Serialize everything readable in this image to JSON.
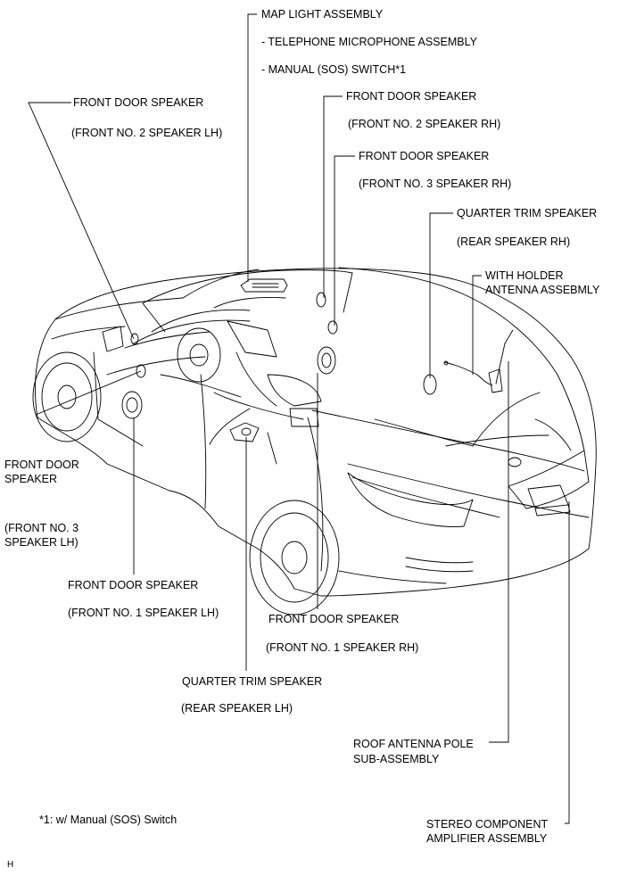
{
  "labels": {
    "map_light_title": "MAP LIGHT ASSEMBLY",
    "map_light_sub1": "- TELEPHONE MICROPHONE ASSEMBLY",
    "map_light_sub2": "- MANUAL (SOS) SWITCH*1",
    "fds_no2_lh_title": "FRONT DOOR SPEAKER",
    "fds_no2_lh_sub": "(FRONT NO. 2 SPEAKER LH)",
    "fds_no2_rh_title": "FRONT DOOR SPEAKER",
    "fds_no2_rh_sub": "(FRONT NO. 2 SPEAKER RH)",
    "fds_no3_rh_title": "FRONT DOOR SPEAKER",
    "fds_no3_rh_sub": "(FRONT NO. 3 SPEAKER RH)",
    "qts_rh_title": "QUARTER TRIM SPEAKER",
    "qts_rh_sub": "(REAR SPEAKER RH)",
    "antenna_holder_1": "WITH HOLDER",
    "antenna_holder_2": "ANTENNA ASSEBMLY",
    "fds_no3_lh_title_1": "FRONT DOOR",
    "fds_no3_lh_title_2": "SPEAKER",
    "fds_no3_lh_sub_1": "(FRONT NO. 3",
    "fds_no3_lh_sub_2": "SPEAKER LH)",
    "fds_no1_lh_title": "FRONT DOOR SPEAKER",
    "fds_no1_lh_sub": "(FRONT NO. 1 SPEAKER LH)",
    "fds_no1_rh_title": "FRONT DOOR SPEAKER",
    "fds_no1_rh_sub": "(FRONT NO. 1 SPEAKER RH)",
    "qts_lh_title": "QUARTER TRIM SPEAKER",
    "qts_lh_sub": "(REAR SPEAKER LH)",
    "roof_antenna_1": "ROOF ANTENNA POLE",
    "roof_antenna_2": "SUB-ASSEMBLY",
    "stereo_amp_1": "STEREO COMPONENT",
    "stereo_amp_2": "AMPLIFIER ASSEMBLY",
    "footnote": "*1: w/ Manual (SOS) Switch",
    "corner_mark": "H"
  }
}
